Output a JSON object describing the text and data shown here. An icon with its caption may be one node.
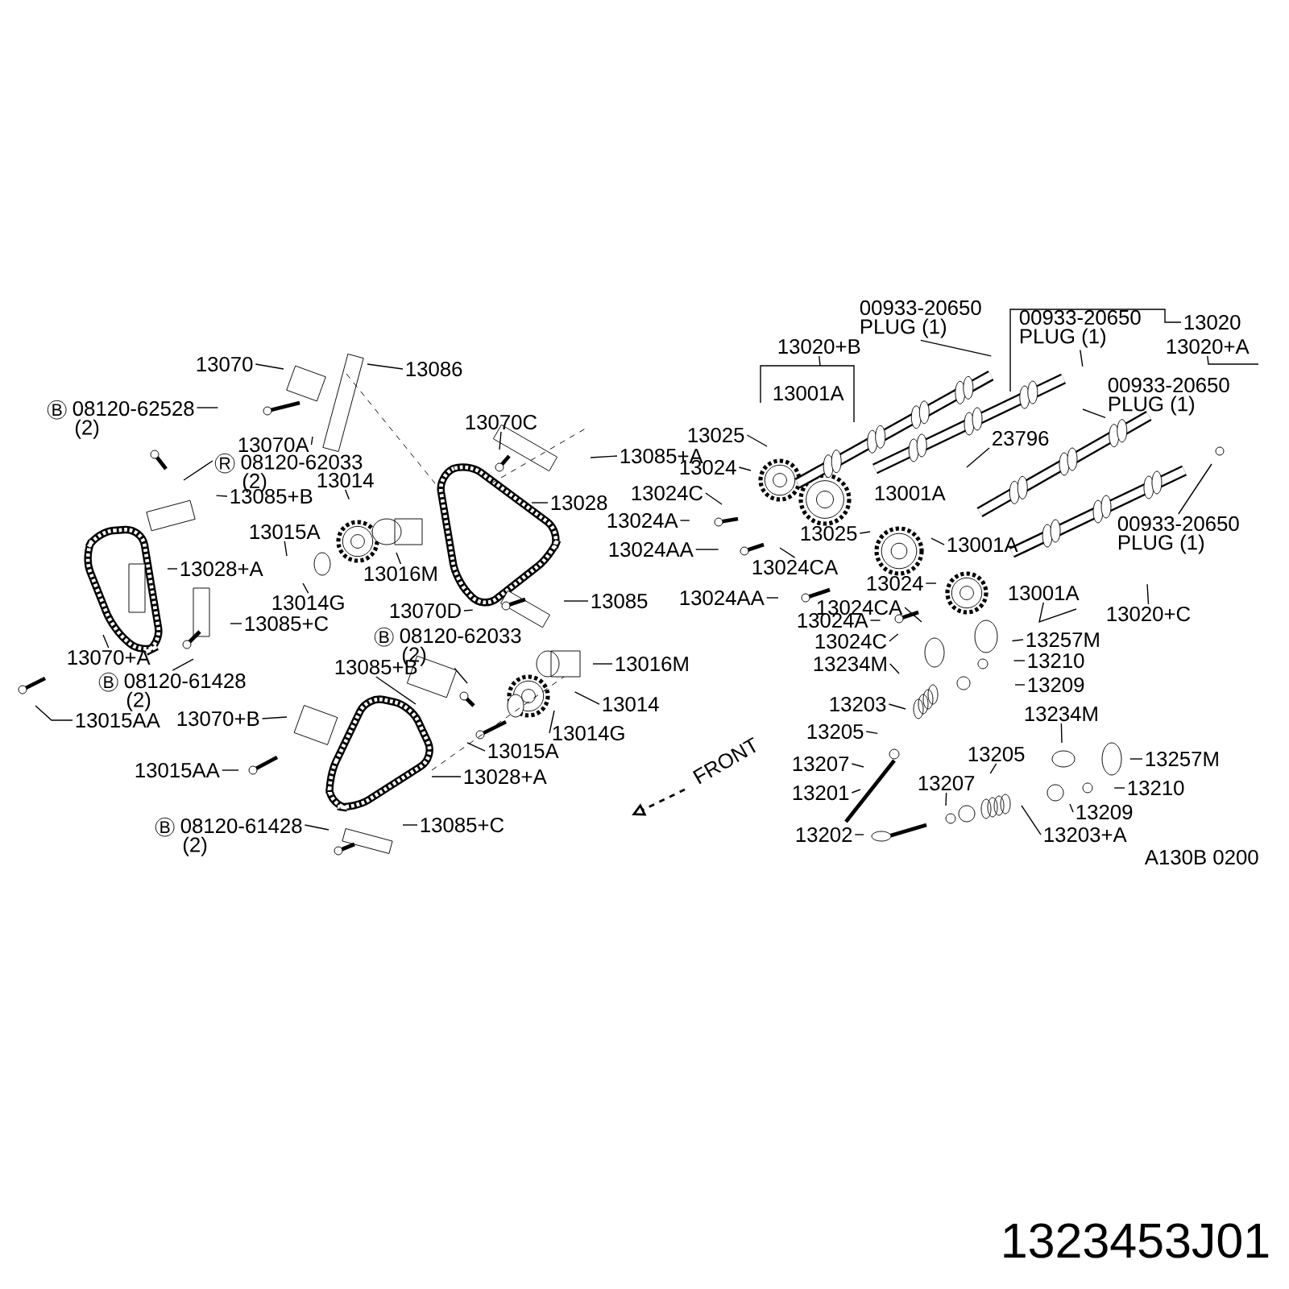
{
  "diagram": {
    "nodes": [
      {
        "text": [
          "13070"
        ]
      },
      {
        "text": [
          "13086"
        ]
      },
      {
        "text": [
          "B",
          "08120-62528",
          "(2)"
        ]
      },
      {
        "text": [
          "13070A"
        ]
      },
      {
        "text": [
          "R",
          "08120-62033",
          "(2)"
        ]
      },
      {
        "text": [
          "13014"
        ]
      },
      {
        "text": [
          "13085+B"
        ]
      },
      {
        "text": [
          "13015A"
        ]
      },
      {
        "text": [
          "13028+A"
        ]
      },
      {
        "text": [
          "13016M"
        ]
      },
      {
        "text": [
          "13014G"
        ]
      },
      {
        "text": [
          "13085+C"
        ]
      },
      {
        "text": [
          "13070+A"
        ]
      },
      {
        "text": [
          "B",
          "08120-61428",
          "(2)"
        ]
      },
      {
        "text": [
          "13015AA"
        ]
      },
      {
        "text": [
          "13070+B"
        ]
      },
      {
        "text": [
          "13015AA"
        ]
      },
      {
        "text": [
          "B",
          "08120-61428",
          "(2)"
        ]
      },
      {
        "text": [
          "13085+C"
        ]
      },
      {
        "text": [
          "13070C"
        ]
      },
      {
        "text": [
          "13085+A"
        ]
      },
      {
        "text": [
          "13028"
        ]
      },
      {
        "text": [
          "13070D"
        ]
      },
      {
        "text": [
          "B",
          "08120-62033",
          "(2)"
        ]
      },
      {
        "text": [
          "13085"
        ]
      },
      {
        "text": [
          "13085+B"
        ]
      },
      {
        "text": [
          "13016M"
        ]
      },
      {
        "text": [
          "13014"
        ]
      },
      {
        "text": [
          "13014G"
        ]
      },
      {
        "text": [
          "13015A"
        ]
      },
      {
        "text": [
          "13028+A"
        ]
      },
      {
        "text": [
          "00933-20650",
          "PLUG (1)"
        ]
      },
      {
        "text": [
          "13020+B"
        ]
      },
      {
        "text": [
          "00933-20650",
          "PLUG (1)"
        ]
      },
      {
        "text": [
          "13020"
        ]
      },
      {
        "text": [
          "13020+A"
        ]
      },
      {
        "text": [
          "00933-20650",
          "PLUG (1)"
        ]
      },
      {
        "text": [
          "13025"
        ]
      },
      {
        "text": [
          "13024"
        ]
      },
      {
        "text": [
          "23796"
        ]
      },
      {
        "text": [
          "13024C"
        ]
      },
      {
        "text": [
          "13024A"
        ]
      },
      {
        "text": [
          "13025"
        ]
      },
      {
        "text": [
          "13024AA"
        ]
      },
      {
        "text": [
          "13001A"
        ]
      },
      {
        "text": [
          "13024CA"
        ]
      },
      {
        "text": [
          "00933-20650",
          "PLUG (1)"
        ]
      },
      {
        "text": [
          "13024AA"
        ]
      },
      {
        "text": [
          "13024"
        ]
      },
      {
        "text": [
          "13001A"
        ]
      },
      {
        "text": [
          "13020+C"
        ]
      },
      {
        "text": [
          "13024CA"
        ]
      },
      {
        "text": [
          "13024A"
        ]
      },
      {
        "text": [
          "13024C"
        ]
      },
      {
        "text": [
          "13257M"
        ]
      },
      {
        "text": [
          "13234M"
        ]
      },
      {
        "text": [
          "13210"
        ]
      },
      {
        "text": [
          "13209"
        ]
      },
      {
        "text": [
          "13203"
        ]
      },
      {
        "text": [
          "13234M"
        ]
      },
      {
        "text": [
          "13205"
        ]
      },
      {
        "text": [
          "13207"
        ]
      },
      {
        "text": [
          "13205"
        ]
      },
      {
        "text": [
          "13257M"
        ]
      },
      {
        "text": [
          "13201"
        ]
      },
      {
        "text": [
          "13207"
        ]
      },
      {
        "text": [
          "13210"
        ]
      },
      {
        "text": [
          "13209"
        ]
      },
      {
        "text": [
          "13202"
        ]
      },
      {
        "text": [
          "13203+A"
        ]
      }
    ],
    "edges": [
      {
        "from": 0,
        "to": null,
        "arrow": "none"
      },
      {
        "from": 1,
        "to": null,
        "arrow": "none"
      },
      {
        "from": 2,
        "to": null,
        "arrow": "none"
      },
      {
        "from": 3,
        "to": null,
        "arrow": "none"
      },
      {
        "from": 4,
        "to": null,
        "arrow": "none"
      },
      {
        "from": 5,
        "to": null,
        "arrow": "none"
      },
      {
        "from": 6,
        "to": null,
        "arrow": "none"
      },
      {
        "from": 7,
        "to": null,
        "arrow": "none"
      },
      {
        "from": 8,
        "to": null,
        "arrow": "none"
      },
      {
        "from": 9,
        "to": null,
        "arrow": "none"
      },
      {
        "from": 10,
        "to": null,
        "arrow": "none"
      },
      {
        "from": 11,
        "to": null,
        "arrow": "none"
      },
      {
        "from": 12,
        "to": null,
        "arrow": "none"
      },
      {
        "from": 13,
        "to": null,
        "arrow": "none"
      },
      {
        "from": 14,
        "to": null,
        "arrow": "none"
      },
      {
        "from": 15,
        "to": null,
        "arrow": "none"
      },
      {
        "from": 16,
        "to": null,
        "arrow": "none"
      },
      {
        "from": 17,
        "to": null,
        "arrow": "none"
      },
      {
        "from": 18,
        "to": null,
        "arrow": "none"
      },
      {
        "from": 19,
        "to": null,
        "arrow": "none"
      },
      {
        "from": 20,
        "to": null,
        "arrow": "none"
      },
      {
        "from": 21,
        "to": null,
        "arrow": "none"
      },
      {
        "from": 22,
        "to": null,
        "arrow": "none"
      },
      {
        "from": 23,
        "to": null,
        "arrow": "none"
      },
      {
        "from": 24,
        "to": null,
        "arrow": "none"
      },
      {
        "from": 25,
        "to": null,
        "arrow": "none"
      },
      {
        "from": 26,
        "to": null,
        "arrow": "none"
      },
      {
        "from": 27,
        "to": null,
        "arrow": "none"
      },
      {
        "from": 28,
        "to": null,
        "arrow": "none"
      },
      {
        "from": 29,
        "to": null,
        "arrow": "none"
      },
      {
        "from": 30,
        "to": null,
        "arrow": "none"
      },
      {
        "from": 31,
        "to": null,
        "arrow": "none"
      },
      {
        "from": 32,
        "to": null,
        "arrow": "none"
      },
      {
        "from": 33,
        "to": null,
        "arrow": "none"
      },
      {
        "from": 34,
        "to": null,
        "arrow": "none"
      },
      {
        "from": 35,
        "to": null,
        "arrow": "none"
      },
      {
        "from": 36,
        "to": null,
        "arrow": "none"
      },
      {
        "from": 37,
        "to": null,
        "arrow": "none"
      },
      {
        "from": 38,
        "to": null,
        "arrow": "none"
      },
      {
        "from": 39,
        "to": null,
        "arrow": "none"
      },
      {
        "from": 40,
        "to": null,
        "arrow": "none"
      },
      {
        "from": 41,
        "to": null,
        "arrow": "none"
      },
      {
        "from": 42,
        "to": null,
        "arrow": "none"
      },
      {
        "from": 43,
        "to": null,
        "arrow": "none"
      },
      {
        "from": 44,
        "to": null,
        "arrow": "none"
      },
      {
        "from": 45,
        "to": null,
        "arrow": "none"
      },
      {
        "from": 46,
        "to": null,
        "arrow": "none"
      },
      {
        "from": 47,
        "to": null,
        "arrow": "none"
      },
      {
        "from": 48,
        "to": null,
        "arrow": "none"
      },
      {
        "from": 49,
        "to": null,
        "arrow": "none"
      },
      {
        "from": 50,
        "to": null,
        "arrow": "none"
      },
      {
        "from": 51,
        "to": null,
        "arrow": "none"
      },
      {
        "from": 52,
        "to": null,
        "arrow": "none"
      },
      {
        "from": 53,
        "to": null,
        "arrow": "none"
      },
      {
        "from": 54,
        "to": null,
        "arrow": "none"
      },
      {
        "from": 55,
        "to": null,
        "arrow": "none"
      },
      {
        "from": 56,
        "to": null,
        "arrow": "none"
      },
      {
        "from": 57,
        "to": null,
        "arrow": "none"
      },
      {
        "from": 58,
        "to": null,
        "arrow": "none"
      },
      {
        "from": 59,
        "to": null,
        "arrow": "none"
      },
      {
        "from": 60,
        "to": null,
        "arrow": "none"
      },
      {
        "from": 61,
        "to": null,
        "arrow": "none"
      },
      {
        "from": 62,
        "to": null,
        "arrow": "none"
      },
      {
        "from": 63,
        "to": null,
        "arrow": "none"
      },
      {
        "from": 64,
        "to": null,
        "arrow": "none"
      },
      {
        "from": 65,
        "to": null,
        "arrow": "none"
      },
      {
        "from": 66,
        "to": null,
        "arrow": "none"
      },
      {
        "from": 67,
        "to": null,
        "arrow": "none"
      },
      {
        "from": 68,
        "to": null,
        "arrow": "none"
      },
      {
        "from": 69,
        "to": null,
        "arrow": "none"
      }
    ],
    "labels": [
      "13001A",
      "13001A",
      "FRONT",
      "A130B 0200",
      "1323453J01"
    ]
  }
}
